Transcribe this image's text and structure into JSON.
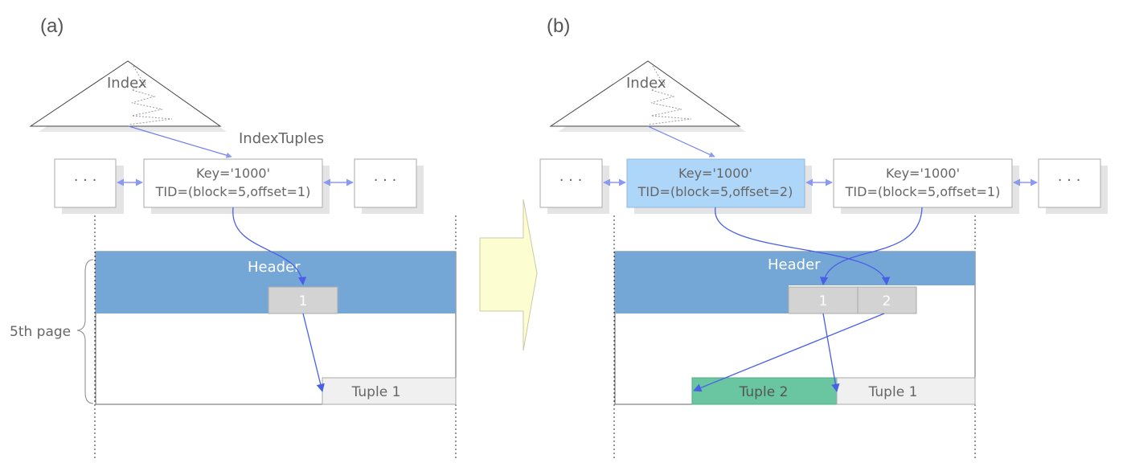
{
  "panels": {
    "a": {
      "label": "(a)",
      "index_label": "Index",
      "index_tuples_label": "IndexTuples",
      "left_dots": "· · ·",
      "right_dots": "· · ·",
      "tuple_key": "Key='1000'",
      "tuple_tid": "TID=(block=5,offset=1)",
      "header_label": "Header",
      "slot_1": "1",
      "tuple_1": "Tuple 1",
      "page_label": "5th page"
    },
    "b": {
      "label": "(b)",
      "index_label": "Index",
      "left_dots": "· · ·",
      "right_dots": "· · ·",
      "new_tuple_key": "Key='1000'",
      "new_tuple_tid": "TID=(block=5,offset=2)",
      "old_tuple_key": "Key='1000'",
      "old_tuple_tid": "TID=(block=5,offset=1)",
      "header_label": "Header",
      "slot_1": "1",
      "slot_2": "2",
      "tuple_2": "Tuple 2",
      "tuple_1": "Tuple 1"
    }
  },
  "colors": {
    "header_fill": "#75a7d6",
    "slot_fill": "#d3d3d3",
    "tuple_fill": "#f0f0f0",
    "new_index_tuple_fill": "#aed6f8",
    "new_heap_tuple_fill": "#69c6a0",
    "new_heap_tuple_text": "#555555",
    "arrow": "#4a5fe8",
    "transition_arrow_fill": "#fdfdd2"
  }
}
